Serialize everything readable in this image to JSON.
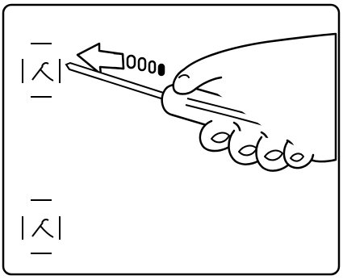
{
  "diagram": {
    "frame": "rounded-rectangle-border",
    "motion": "pull-out",
    "arrow_direction": "left",
    "tool": "flat-blade-screwdriver",
    "hand": "right-hand-gripping-handle",
    "markers": [
      {
        "id": "upper",
        "symbol": "tab-lock-marker"
      },
      {
        "id": "lower",
        "symbol": "tab-lock-marker"
      }
    ],
    "stroke_color": "#000000",
    "background_color": "#ffffff"
  }
}
